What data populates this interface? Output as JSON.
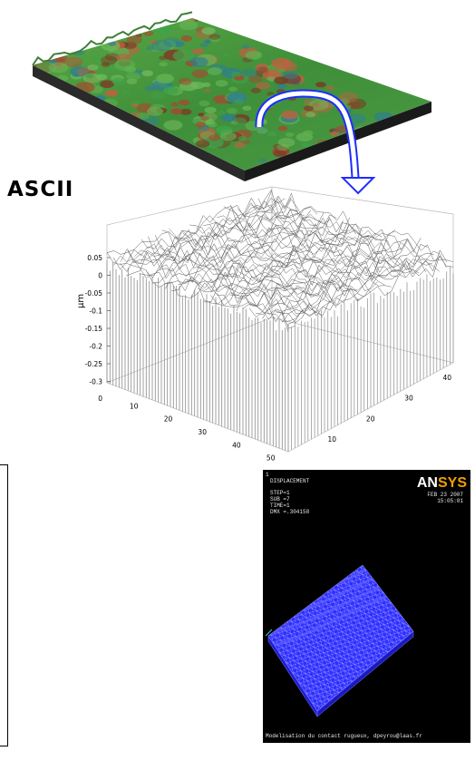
{
  "ascii_label": "ASCII",
  "plot": {
    "ylabel": "μm",
    "z_ticks": [
      "0.05",
      "0",
      "-0.05",
      "-0.1",
      "-0.15",
      "-0.2",
      "-0.25",
      "-0.3"
    ],
    "x_ticks": [
      "10",
      "20",
      "30",
      "40",
      "50"
    ],
    "y_ticks": [
      "10",
      "20",
      "30",
      "40"
    ]
  },
  "ansys": {
    "corner_mark": "1",
    "title": "DISPLACEMENT",
    "info_lines": [
      "STEP=1",
      "SUB =7",
      "TIME=1",
      "DMX =.304158"
    ],
    "logo_an": "AN",
    "logo_sys": "SYS",
    "date": "FEB 23 2007",
    "time": "15:05:01",
    "footer": "Modelisation du contact rugueux, dpeyrou@laas.fr"
  },
  "colors": {
    "terrain_green": "#4f9a3f",
    "terrain_red": "#a8472e",
    "arrow_blue": "#1f2dff",
    "mesh_blue": "#2d2dff",
    "ansys_bg": "#000000",
    "logo_orange": "#f0a000"
  }
}
